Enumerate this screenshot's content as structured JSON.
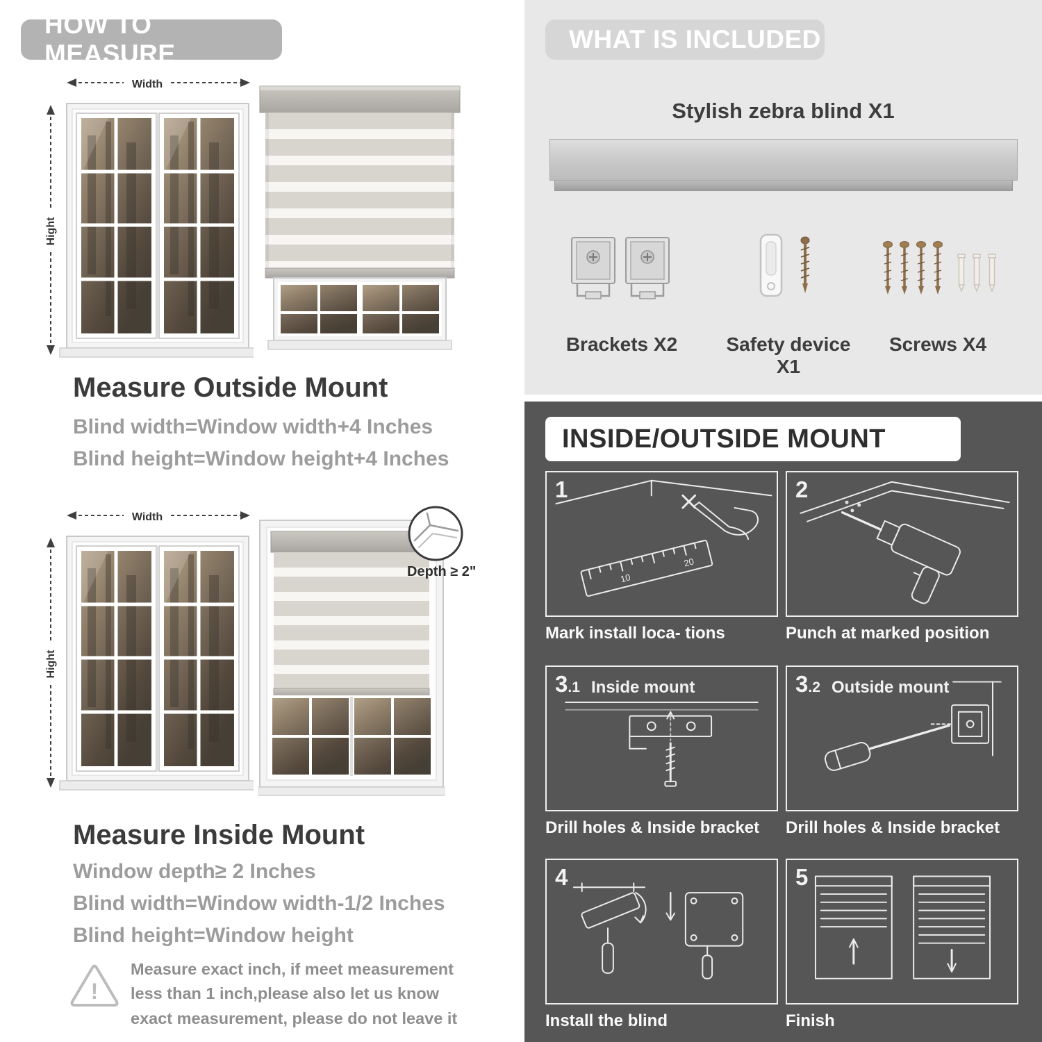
{
  "colors": {
    "left_header_bg": "#b3b3b3",
    "included_bg": "#e8e8e8",
    "included_header_bg": "#d6d6d6",
    "mount_bg": "#565656",
    "heading_text": "#3b3b3b",
    "muted_text": "#9c9c9c"
  },
  "left": {
    "header": "HOW TO MEASURE",
    "width_label": "Width",
    "height_label": "Hight",
    "outside": {
      "title": "Measure Outside Mount",
      "line1": "Blind width=Window width+4 Inches",
      "line2": "Blind height=Window height+4 Inches"
    },
    "inside": {
      "title": "Measure Inside Mount",
      "depth_label": "Depth ≥ 2\"",
      "line1": "Window depth≥ 2 Inches",
      "line2": "Blind width=Window width-1/2 Inches",
      "line3": "Blind height=Window height"
    },
    "warning_mark": "!",
    "note": "Measure exact inch, if meet measurement less than 1 inch,please also let us know exact measurement, please do not leave it"
  },
  "included": {
    "header": "WHAT IS INCLUDED",
    "product": "Stylish zebra blind X1",
    "items": [
      {
        "name": "brackets",
        "label": "Brackets X2"
      },
      {
        "name": "safety-device",
        "label": "Safety device X1"
      },
      {
        "name": "screws",
        "label": "Screws X4"
      }
    ]
  },
  "mount": {
    "header": "INSIDE/OUTSIDE MOUNT",
    "ruler_mark1": "10",
    "ruler_mark2": "20",
    "steps": [
      {
        "num": "1",
        "caption": "Mark install loca- tions"
      },
      {
        "num": "2",
        "caption": "Punch at  marked position"
      },
      {
        "num": "3",
        "sub": ".1",
        "inner_label": "Inside mount",
        "caption": "Drill holes &  Inside bracket"
      },
      {
        "num": "3",
        "sub": ".2",
        "inner_label": "Outside mount",
        "caption": "Drill holes &  Inside bracket"
      },
      {
        "num": "4",
        "caption": "Install the blind"
      },
      {
        "num": "5",
        "caption": "Finish"
      }
    ]
  }
}
